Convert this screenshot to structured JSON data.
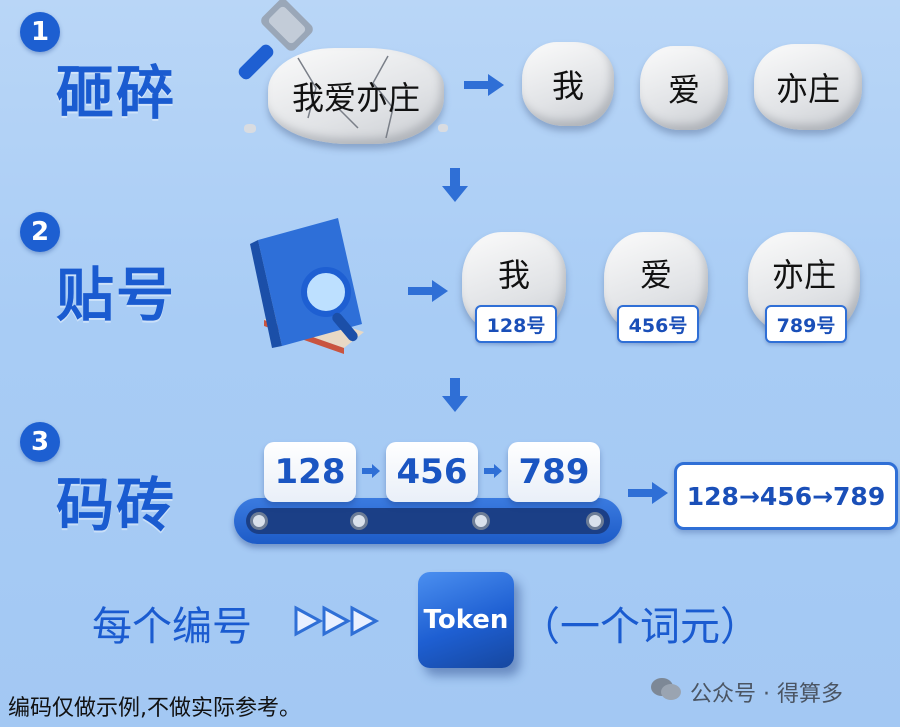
{
  "steps": [
    {
      "number": "1",
      "title": "砸碎"
    },
    {
      "number": "2",
      "title": "贴号"
    },
    {
      "number": "3",
      "title": "码砖"
    }
  ],
  "step1": {
    "whole_rock": "我爱亦庄",
    "pieces": [
      "我",
      "爱",
      "亦庄"
    ]
  },
  "step2": {
    "pieces": [
      {
        "char": "我",
        "tag": "128号"
      },
      {
        "char": "爱",
        "tag": "456号"
      },
      {
        "char": "亦庄",
        "tag": "789号"
      }
    ]
  },
  "step3": {
    "tiles": [
      "128",
      "456",
      "789"
    ],
    "result": "128→456→789"
  },
  "summary": {
    "left_text": "每个编号",
    "token_label": "Token",
    "right_text": "（一个词元）"
  },
  "footer": {
    "note": "编码仅做示例,不做实际参考。",
    "watermark": "公众号 · 得算多"
  },
  "colors": {
    "primary_blue": "#1d5fd1",
    "tag_border": "#2f6fd6",
    "background": "#b9d6f7"
  }
}
